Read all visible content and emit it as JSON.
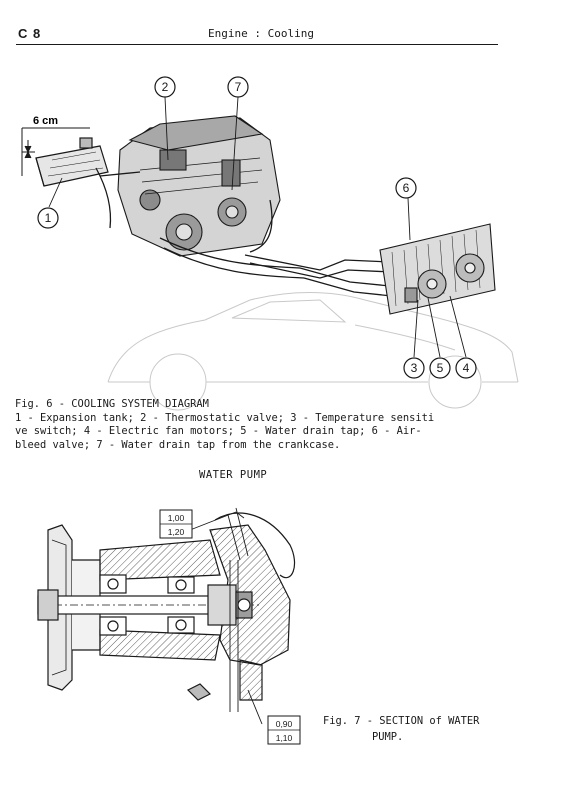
{
  "header": {
    "page_code": "C 8",
    "section_title": "Engine : Cooling"
  },
  "figure6": {
    "dimension_label": "6 cm",
    "callouts": [
      "1",
      "2",
      "3",
      "4",
      "5",
      "6",
      "7"
    ],
    "caption": "Fig. 6 - COOLING SYSTEM DIAGRAM\n1 - Expansion tank; 2 - Thermostatic valve; 3 - Temperature sensiti\nve switch; 4 - Electric fan motors; 5 - Water drain tap; 6 - Air-\nbleed valve; 7 - Water drain tap from the crankcase."
  },
  "figure7": {
    "title": "WATER PUMP",
    "upper_tolerance": [
      "1,00",
      "1,20"
    ],
    "lower_tolerance": [
      "0,90",
      "1,10"
    ],
    "caption_line1": "Fig. 7 - SECTION of WATER",
    "caption_line2": "PUMP."
  }
}
